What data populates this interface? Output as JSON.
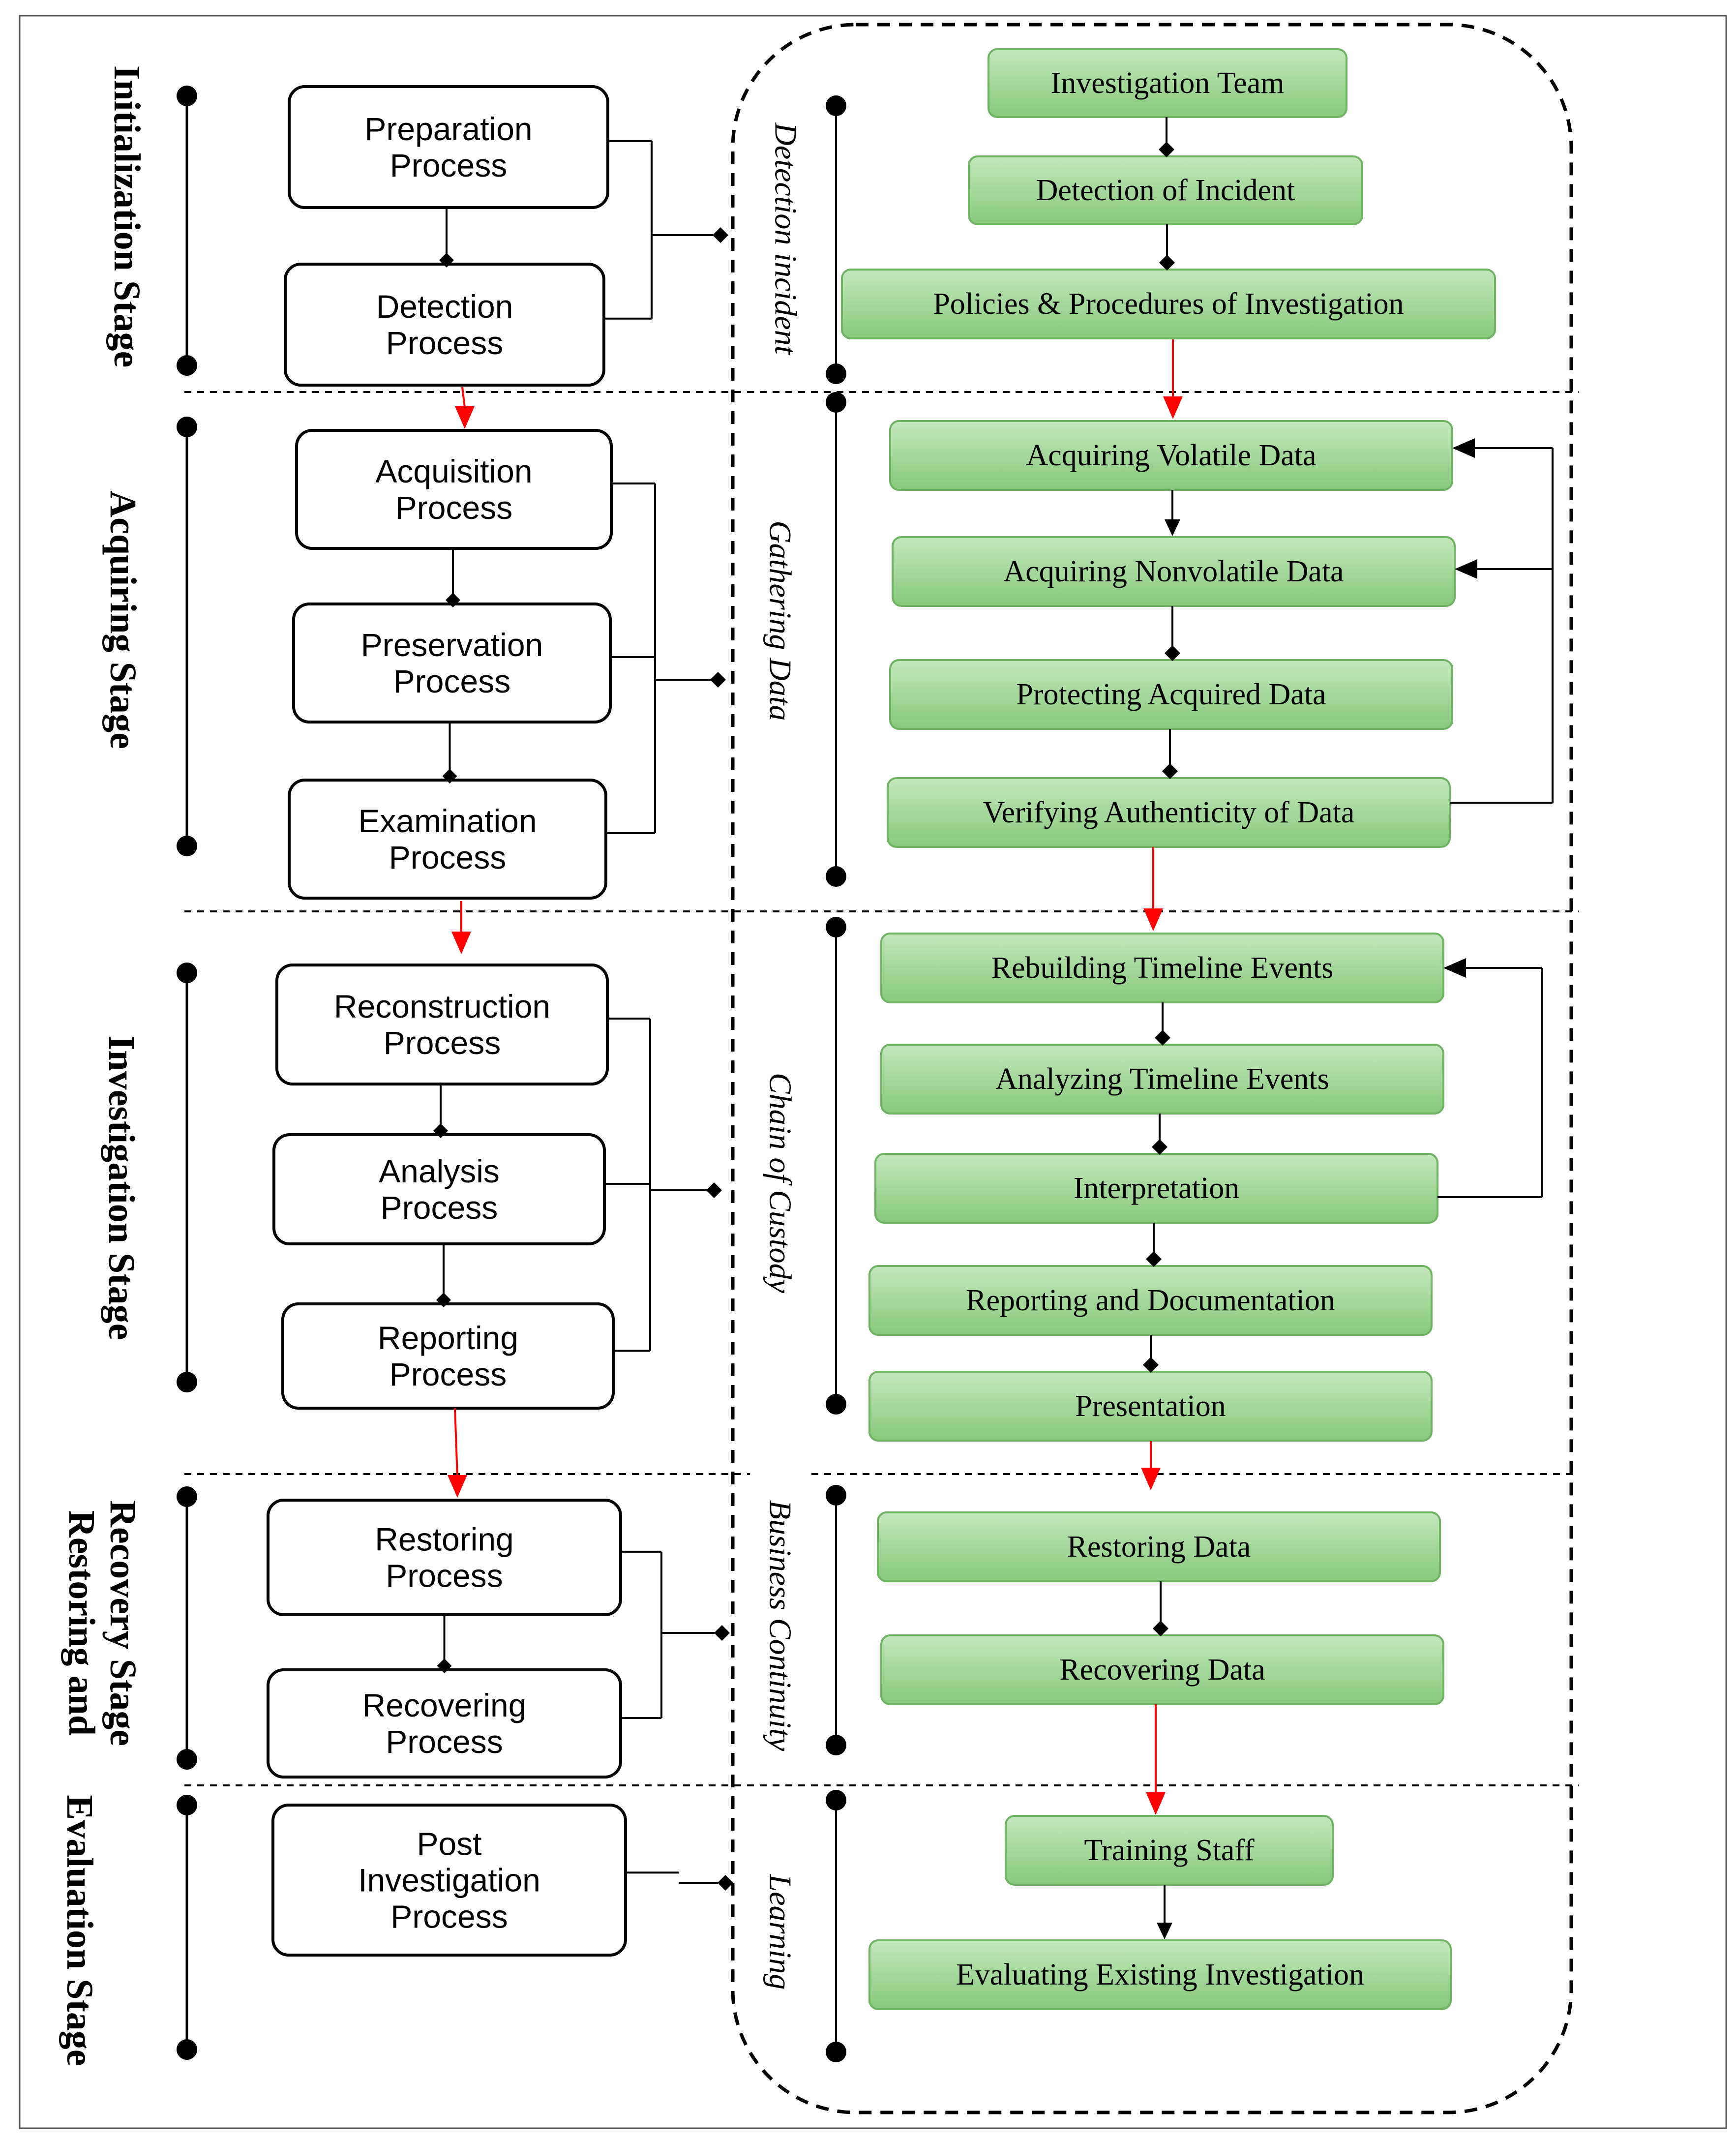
{
  "colors": {
    "step_fill_top": "#c4e7bd",
    "step_fill_bottom": "#86c97a",
    "step_stroke": "#6fb463",
    "flow_arrow": "#ff0000",
    "line": "#000000"
  },
  "stages": [
    {
      "title": [
        "Initialization Stage"
      ],
      "phase": "Detection incident",
      "processes": [
        [
          "Preparation",
          "Process"
        ],
        [
          "Detection",
          "Process"
        ]
      ],
      "steps": [
        "Investigation Team",
        "Detection of Incident",
        "Policies & Procedures of Investigation"
      ]
    },
    {
      "title": [
        "Acquiring Stage"
      ],
      "phase": "Gathering Data",
      "processes": [
        [
          "Acquisition",
          "Process"
        ],
        [
          "Preservation",
          "Process"
        ],
        [
          "Examination",
          "Process"
        ]
      ],
      "steps": [
        "Acquiring Volatile Data",
        "Acquiring Nonvolatile Data",
        "Protecting Acquired Data",
        "Verifying Authenticity of Data"
      ]
    },
    {
      "title": [
        "Investigation Stage"
      ],
      "phase": "Chain of Custody",
      "processes": [
        [
          "Reconstruction",
          "Process"
        ],
        [
          "Analysis",
          "Process"
        ],
        [
          "Reporting",
          "Process"
        ]
      ],
      "steps": [
        "Rebuilding Timeline Events",
        "Analyzing Timeline Events",
        "Interpretation",
        "Reporting and Documentation",
        "Presentation"
      ]
    },
    {
      "title": [
        "Restoring and",
        "Recovery Stage"
      ],
      "phase": "Business Continuity",
      "processes": [
        [
          "Restoring",
          "Process"
        ],
        [
          "Recovering",
          "Process"
        ]
      ],
      "steps": [
        "Restoring Data",
        "Recovering Data"
      ]
    },
    {
      "title": [
        "Evaluation Stage"
      ],
      "phase": "Learning",
      "processes": [
        [
          "Post",
          "Investigation",
          "Process"
        ]
      ],
      "steps": [
        "Training Staff",
        "Evaluating Existing Investigation"
      ]
    }
  ]
}
